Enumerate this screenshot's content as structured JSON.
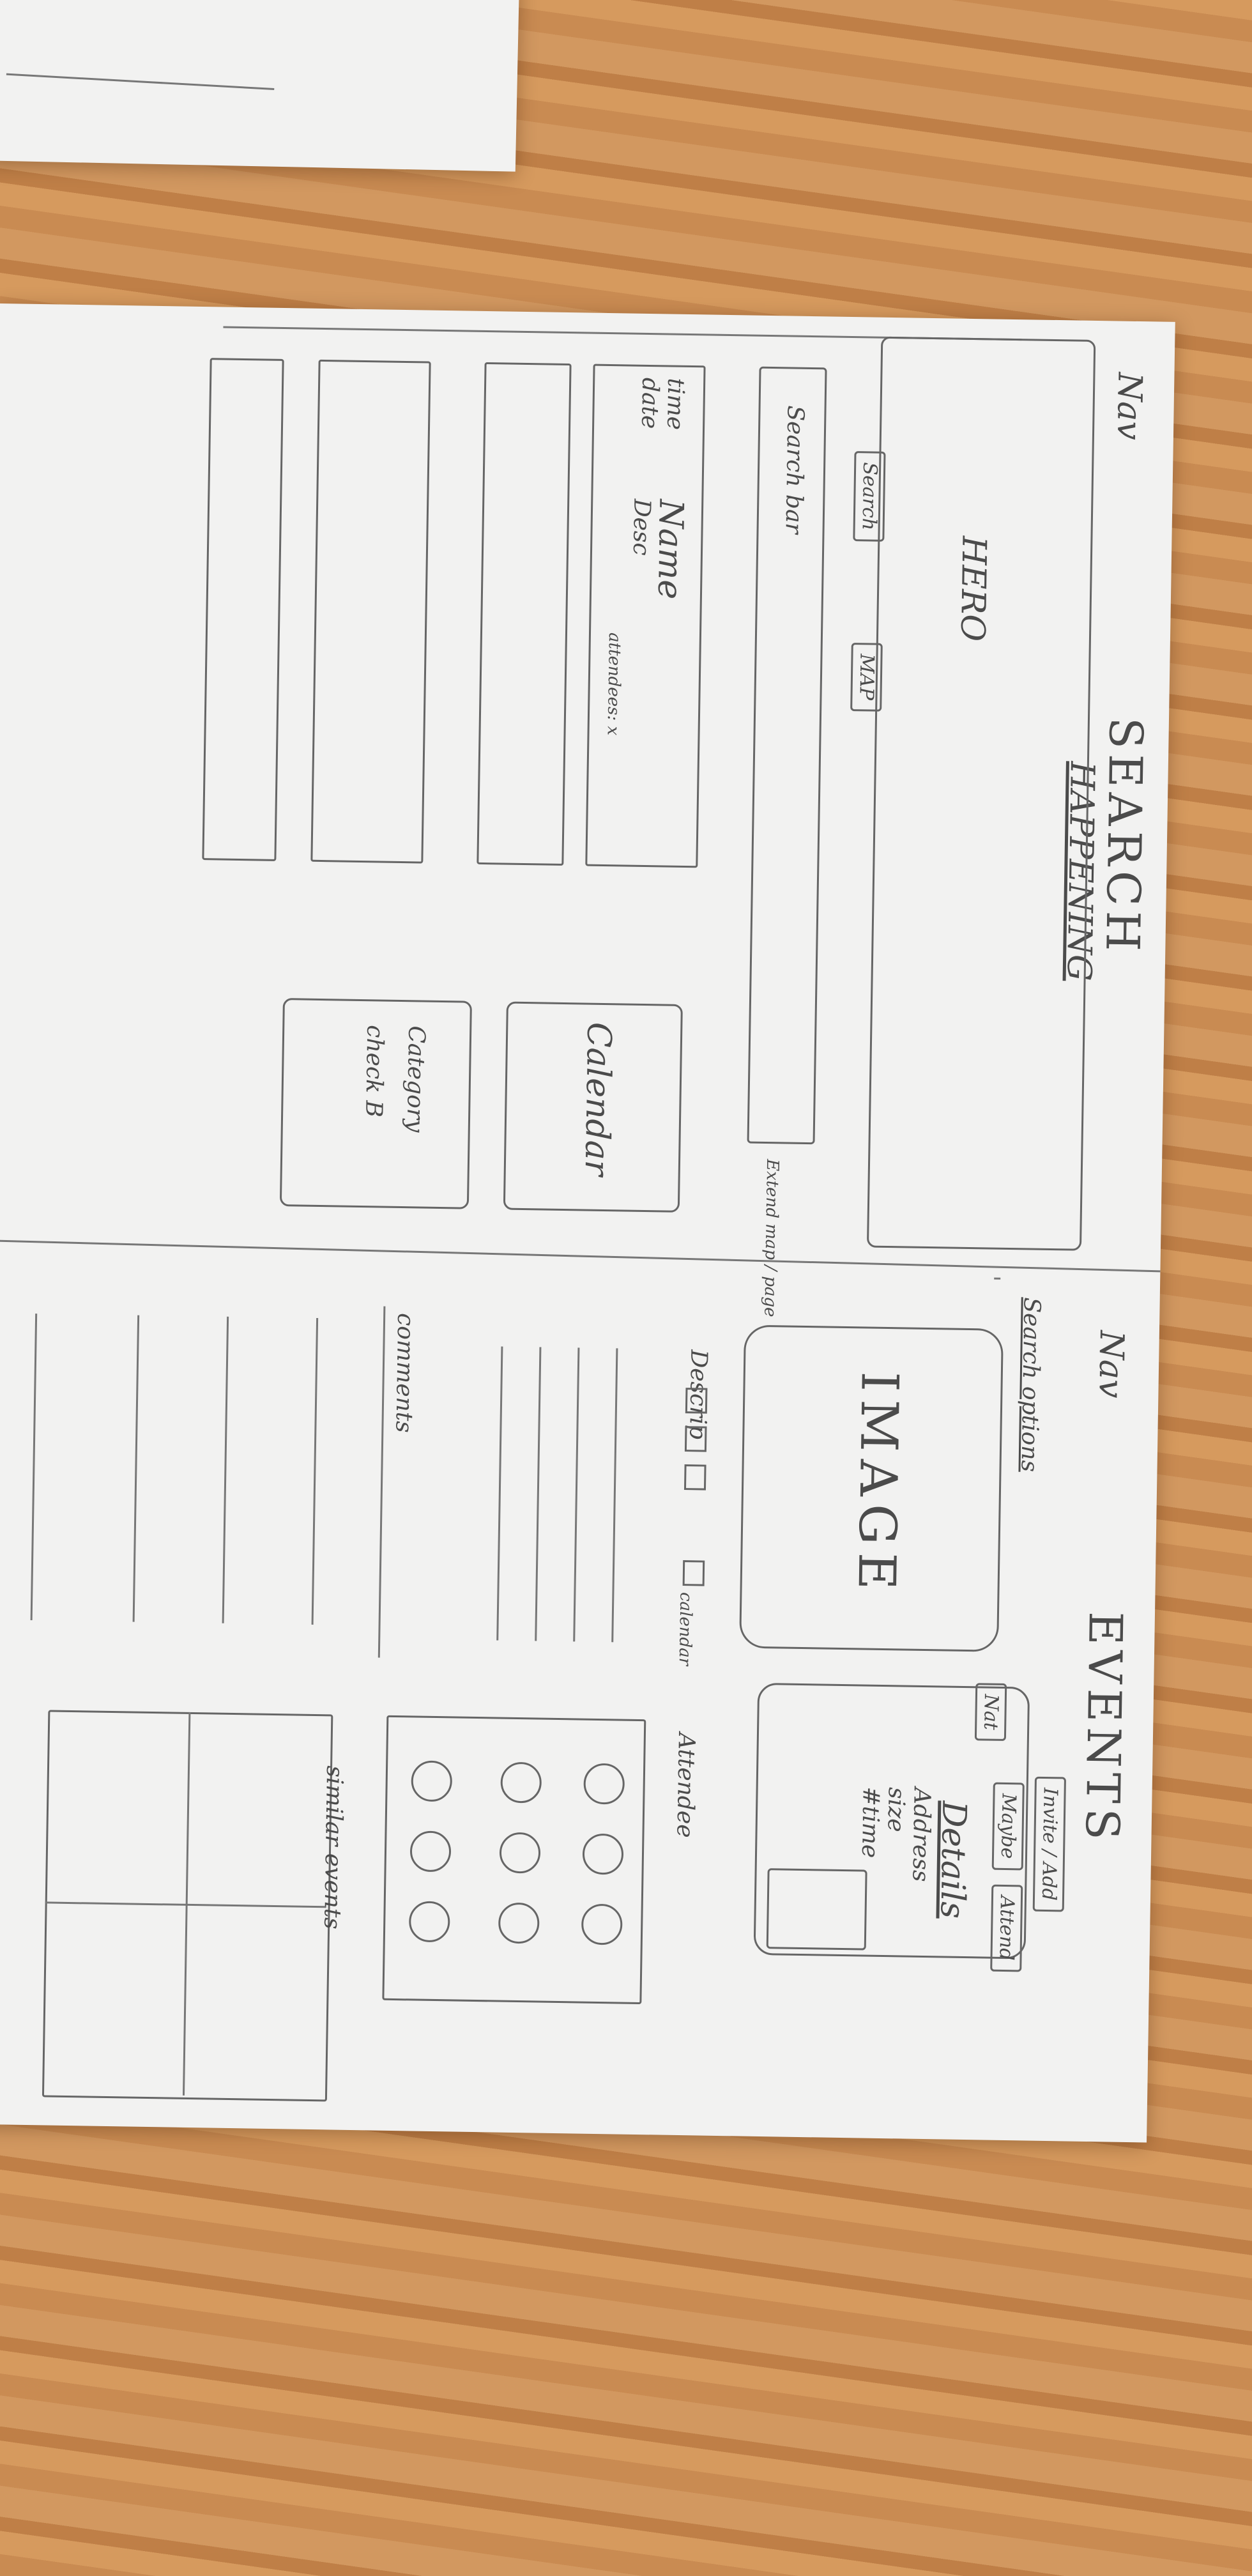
{
  "search_page": {
    "nav": "Nav",
    "title": "SEARCH",
    "subtitle": "HAPPENING",
    "hero": "HERO",
    "search_bar": "Search bar",
    "search_button": "Search",
    "map_button": "MAP",
    "extend_note": "Extend map / page",
    "event_time": "time",
    "event_date": "date",
    "event_name": "Name",
    "event_desc": "Desc",
    "event_attendees": "attendees: x",
    "calendar": "Calendar",
    "category_label": "Category",
    "category_check": "check B"
  },
  "events_page": {
    "nav": "Nav",
    "title": "EVENTS",
    "search_label": "Search options",
    "image": "IMAGE",
    "invite_button": "Invite / Add",
    "maybe_button": "Maybe",
    "attend_button": "Attend",
    "nat_label": "Nat",
    "details_title": "Details",
    "details_address": "Address",
    "details_size": "size",
    "details_time": "#time",
    "descrip": "Descrip",
    "calendar_link": "calendar",
    "attendees_label": "Attendee",
    "comments": "comments",
    "similar_events": "similar events"
  }
}
